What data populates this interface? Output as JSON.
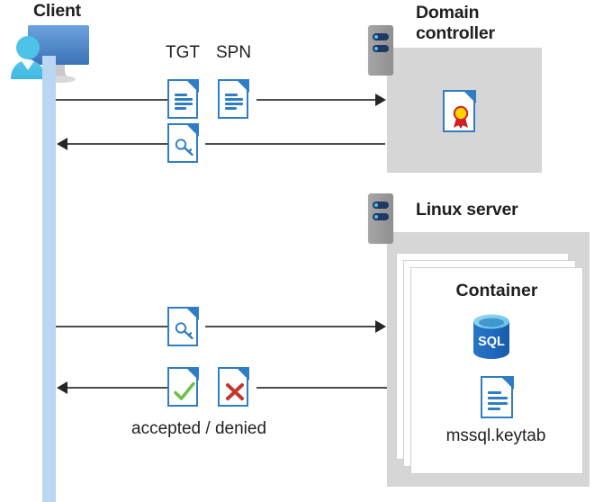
{
  "diagram": {
    "type": "sequence-architecture",
    "title_client": "Client",
    "title_domain_controller": "Domain\ncontroller",
    "title_linux_server": "Linux server",
    "title_container": "Container",
    "caption_result": "accepted / denied",
    "keytab_label": "mssql.keytab",
    "sql_label": "SQL"
  },
  "labels": {
    "tgt": "TGT",
    "spn": "SPN"
  },
  "icons": {
    "client": "client-workstation-icon",
    "server_dc": "server-rack-icon",
    "server_linux": "server-rack-icon",
    "certificate": "certificate-document-icon",
    "tgt_doc": "text-document-icon",
    "spn_doc": "text-document-icon",
    "ticket_doc": "key-document-icon",
    "request_doc": "key-document-icon",
    "accepted_doc": "check-document-icon",
    "denied_doc": "x-document-icon",
    "sql_db": "sql-database-icon",
    "keytab_doc": "text-document-icon"
  },
  "flows": [
    {
      "id": "flow-1",
      "direction": "right",
      "from": "client",
      "to": "domain-controller",
      "payload": "TGT + SPN request"
    },
    {
      "id": "flow-2",
      "direction": "left",
      "from": "domain-controller",
      "to": "client",
      "payload": "service ticket"
    },
    {
      "id": "flow-3",
      "direction": "right",
      "from": "client",
      "to": "linux-server",
      "payload": "service ticket"
    },
    {
      "id": "flow-4",
      "direction": "left",
      "from": "linux-server",
      "to": "client",
      "payload": "accepted / denied"
    }
  ],
  "colors": {
    "accent_blue": "#2f7dc4",
    "lifeline_blue": "#b9d6f2",
    "panel_gray": "#d6d6d6",
    "server_gray": "#9a9a9a",
    "server_bay_navy": "#1f3864",
    "server_bay_dot": "#4ec3f0",
    "sql_blue": "#1f6fc4",
    "check_green": "#6cc04a",
    "x_red": "#c0392b",
    "ribbon_yellow": "#ffd200",
    "ribbon_red": "#cc2127",
    "line_gray": "#4c4c4c",
    "text_dark": "#201f1e"
  }
}
